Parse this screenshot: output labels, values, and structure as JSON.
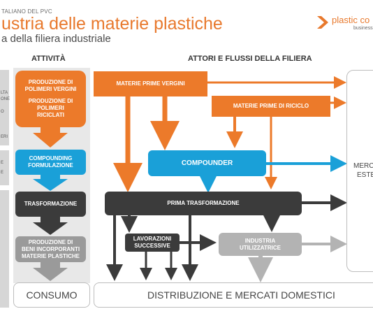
{
  "header": {
    "kicker": "TALIANO DEL PVC",
    "title": "ustria delle materie plastiche",
    "subtitle": "a della filiera industriale",
    "logo_text": "plastic co",
    "logo_sub": "business"
  },
  "columns": {
    "activities": "ATTIVITÀ",
    "actors": "ATTORI E FLUSSI DELLA FILIERA"
  },
  "left_strip": [
    "LTA",
    "ONE",
    "O",
    "ERI",
    "E",
    "E"
  ],
  "activities": {
    "production_virgin": "PRODUZIONE DI POLIMERI VERGINI",
    "production_recycled_lines": [
      "PRODUZIONE DI",
      "POLIMERI",
      "RICICLATI"
    ],
    "compounding_lines": [
      "COMPOUNDING",
      "FORMULAZIONE"
    ],
    "transformation": "TRASFORMAZIONE",
    "production_goods_lines": [
      "PRODUZIONE DI",
      "BENI INCORPORANTI",
      "MATERIE PLASTICHE"
    ],
    "consumption": "CONSUMO"
  },
  "actors": {
    "virgin_raw": "MATERIE PRIME VERGINI",
    "recycled_raw": "MATERIE PRIME DI RICICLO",
    "compounder": "COMPOUNDER",
    "first_transformation": "PRIMA TRASFORMAZIONE",
    "further_processing_lines": [
      "LAVORAZIONI",
      "SUCCESSIVE"
    ],
    "user_industry_lines": [
      "INDUSTRIA",
      "UTILIZZATRICE"
    ],
    "foreign_market_lines": [
      "MERC",
      "ESTE"
    ],
    "domestic_distribution": "DISTRIBUZIONE E MERCATI DOMESTICI"
  },
  "colors": {
    "orange": "#ec7a2a",
    "blue": "#1aa0d8",
    "dark": "#3b3b3b",
    "grey": "#9a9a9a"
  }
}
